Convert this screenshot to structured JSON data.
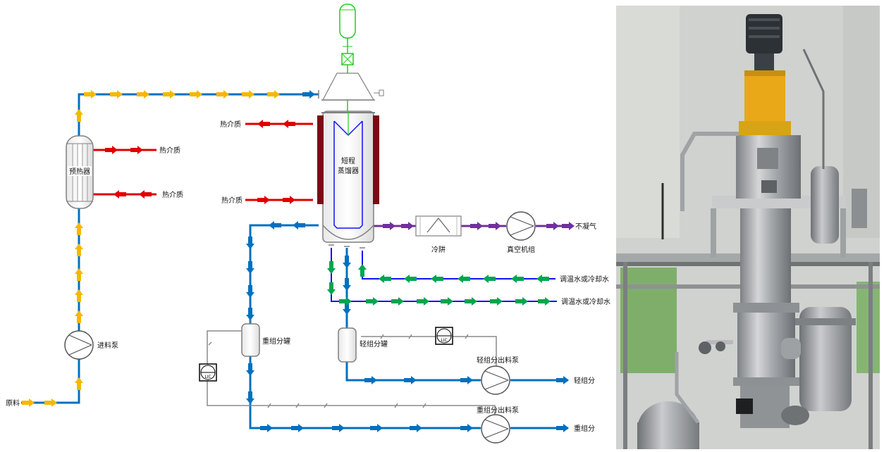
{
  "labels": {
    "feed_material": "原料",
    "feed_pump": "进料泵",
    "preheater": "预热器",
    "heat_medium_out": "热介质",
    "heat_medium_in": "热介质",
    "evap_heat_out": "热介质",
    "evap_heat_in": "热介质",
    "evaporator_line1": "短程",
    "evaporator_line2": "蒸馏器",
    "cold_trap": "冷阱",
    "vacuum_unit": "真空机组",
    "noncondensable": "不凝气",
    "coolant_in": "调温水或冷却水",
    "coolant_out": "调温水或冷却水",
    "heavy_tank": "重组分罐",
    "light_tank": "轻组分罐",
    "light_pump": "轻组分出料泵",
    "heavy_pump": "重组分出料泵",
    "light_product": "轻组分",
    "heavy_product": "重组分",
    "lic_1": "LIC",
    "lic_2": "LIC"
  },
  "colors": {
    "feed": "#f5b800",
    "pipe": "#0070c0",
    "heat": "#e00000",
    "vapor": "#7030a0",
    "coolant": "#00a550",
    "coolant_line": "#1010ff",
    "jacket": "#7b0a14",
    "vessel": "#808080",
    "motor": "#22cc22"
  },
  "photo": {
    "icon": "equipment-photo"
  }
}
